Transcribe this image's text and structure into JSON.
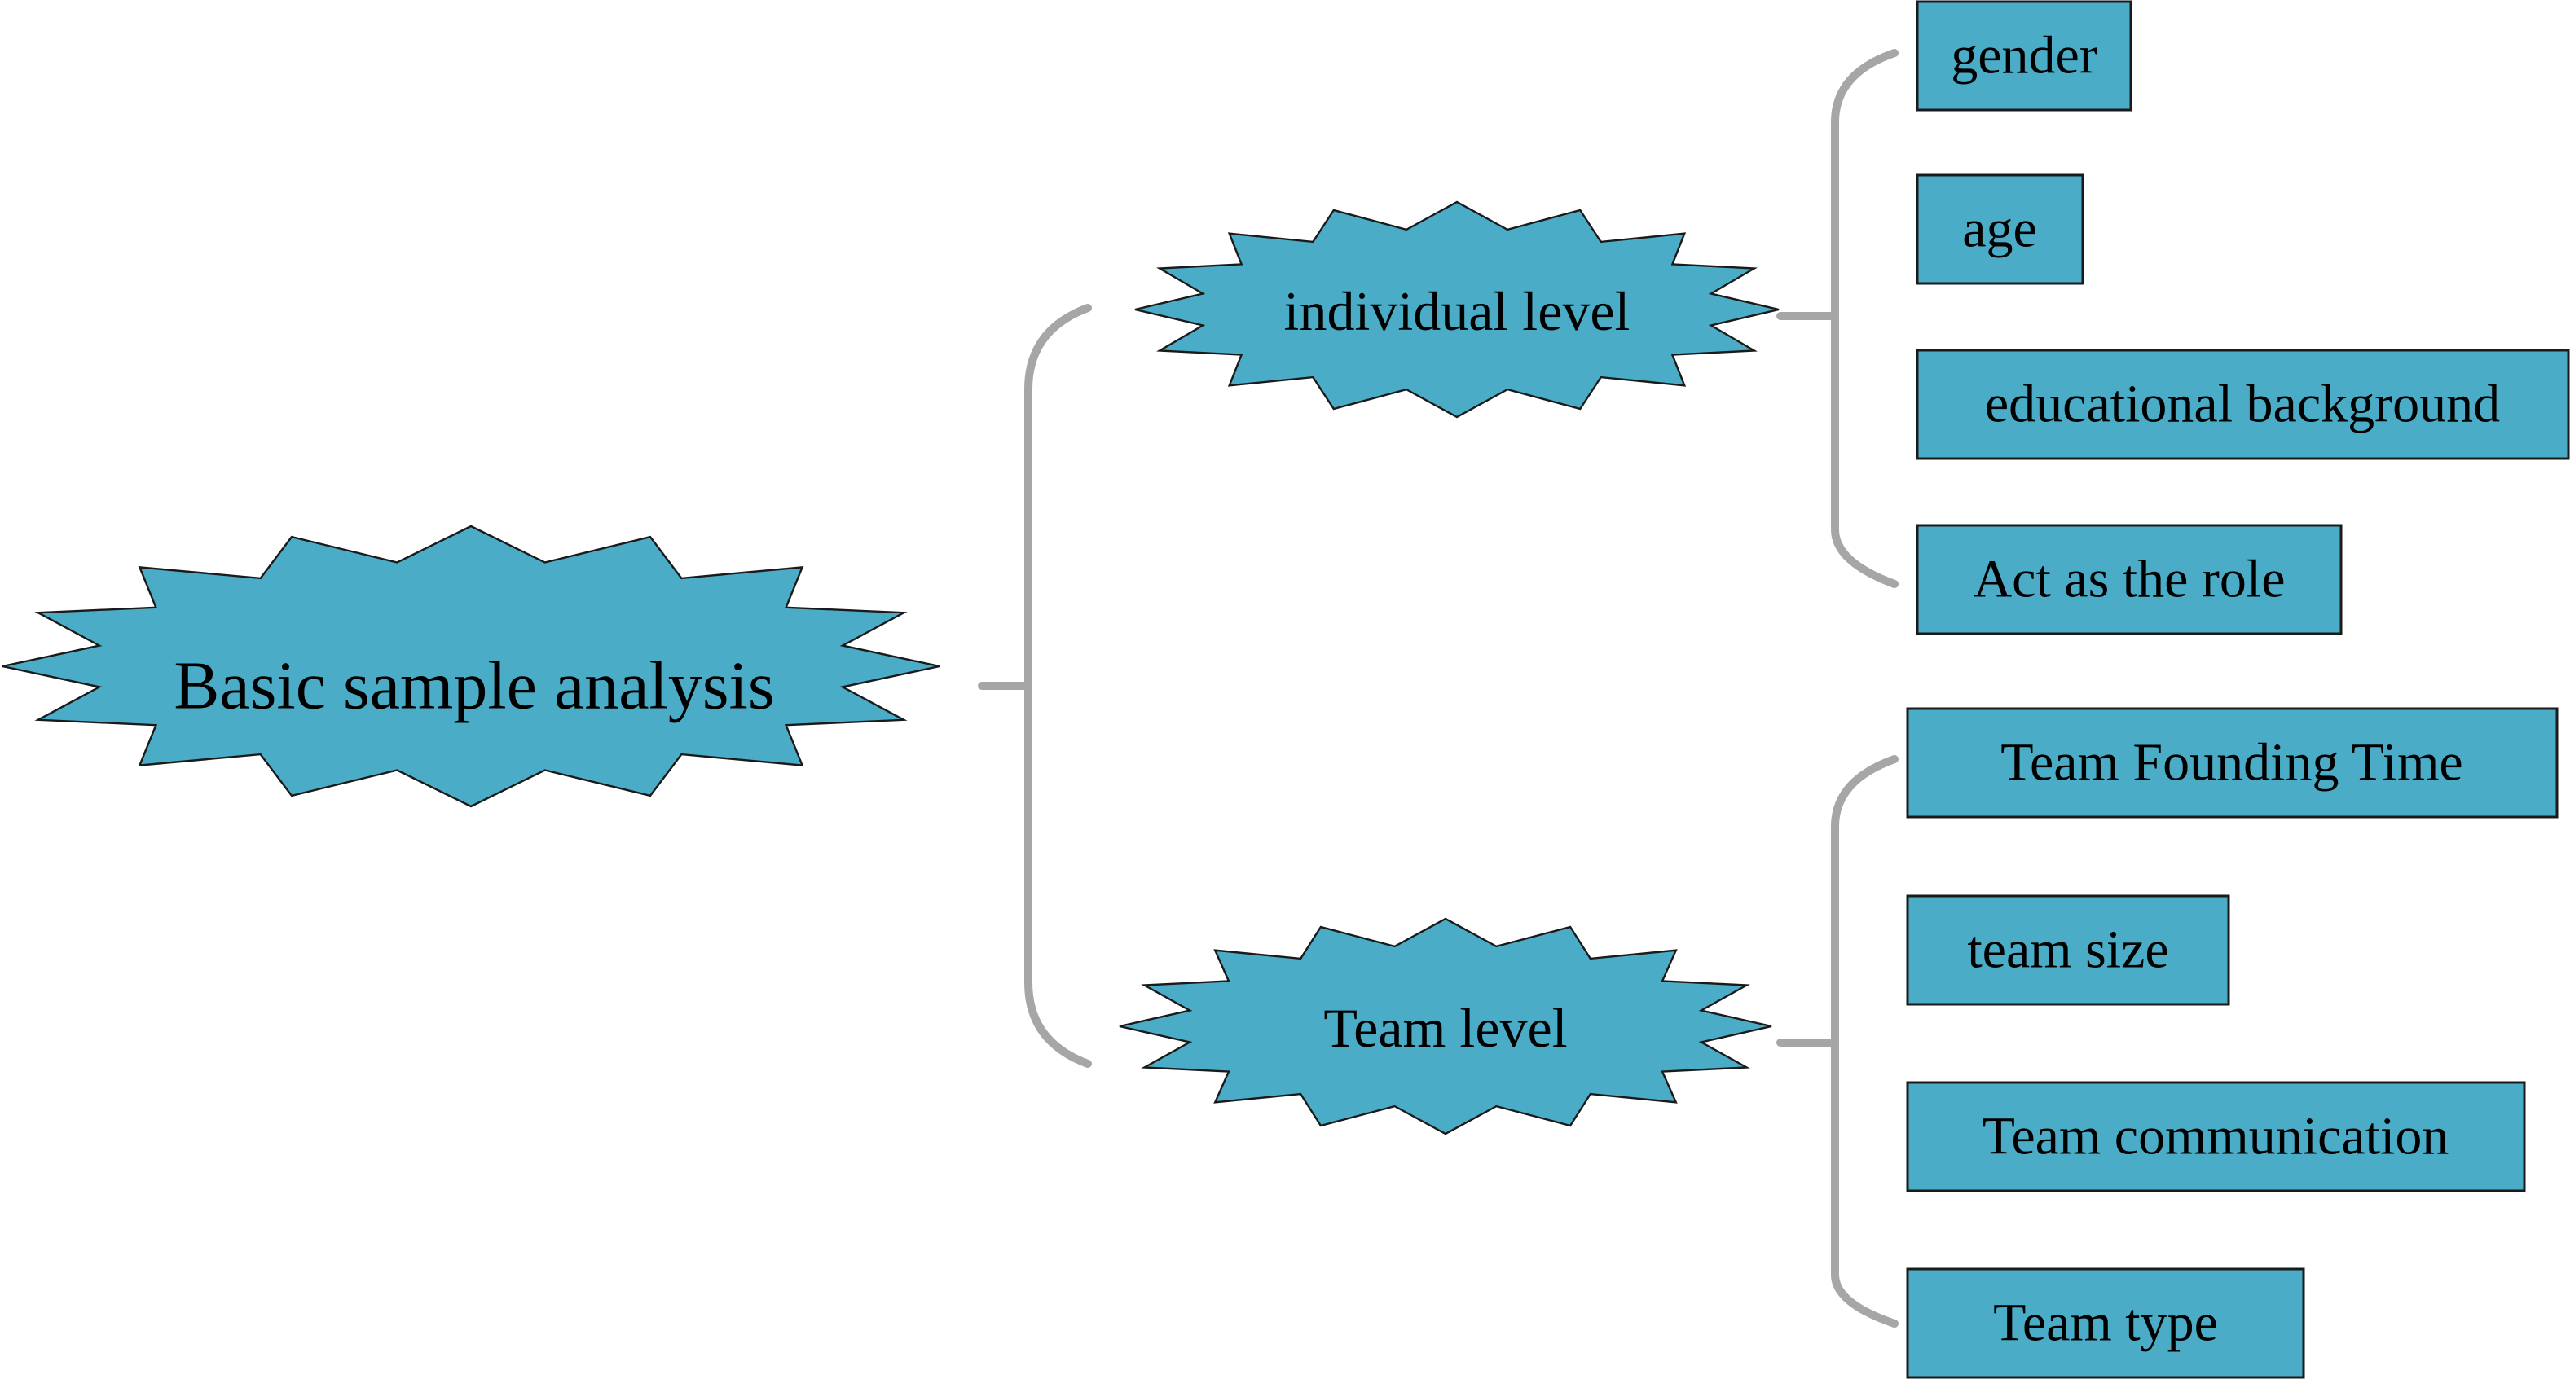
{
  "colors": {
    "fill": "#4aacc6",
    "stroke": "#1a1a1a",
    "connector": "#a6a6a6"
  },
  "root": {
    "label": "Basic sample analysis"
  },
  "individual": {
    "label": "individual level",
    "items": [
      "gender",
      "age",
      "educational background",
      "Act as the role"
    ]
  },
  "team": {
    "label": "Team level",
    "items": [
      "Team Founding Time",
      "team size",
      "Team communication",
      "Team type"
    ]
  }
}
